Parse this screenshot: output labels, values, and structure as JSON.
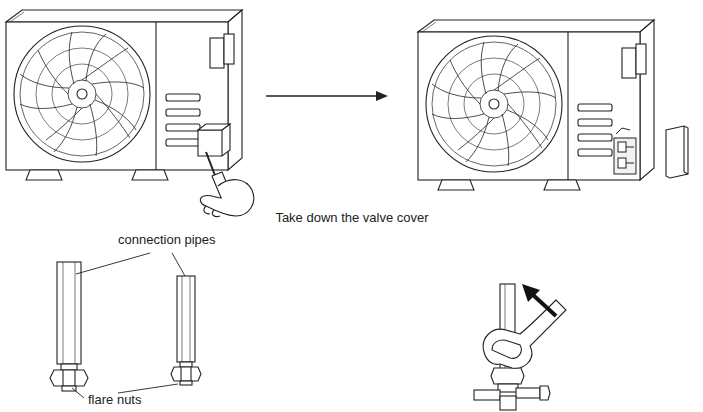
{
  "diagram": {
    "labels": [
      "Take down the valve cover",
      "connection pipes",
      "flare nuts"
    ]
  }
}
